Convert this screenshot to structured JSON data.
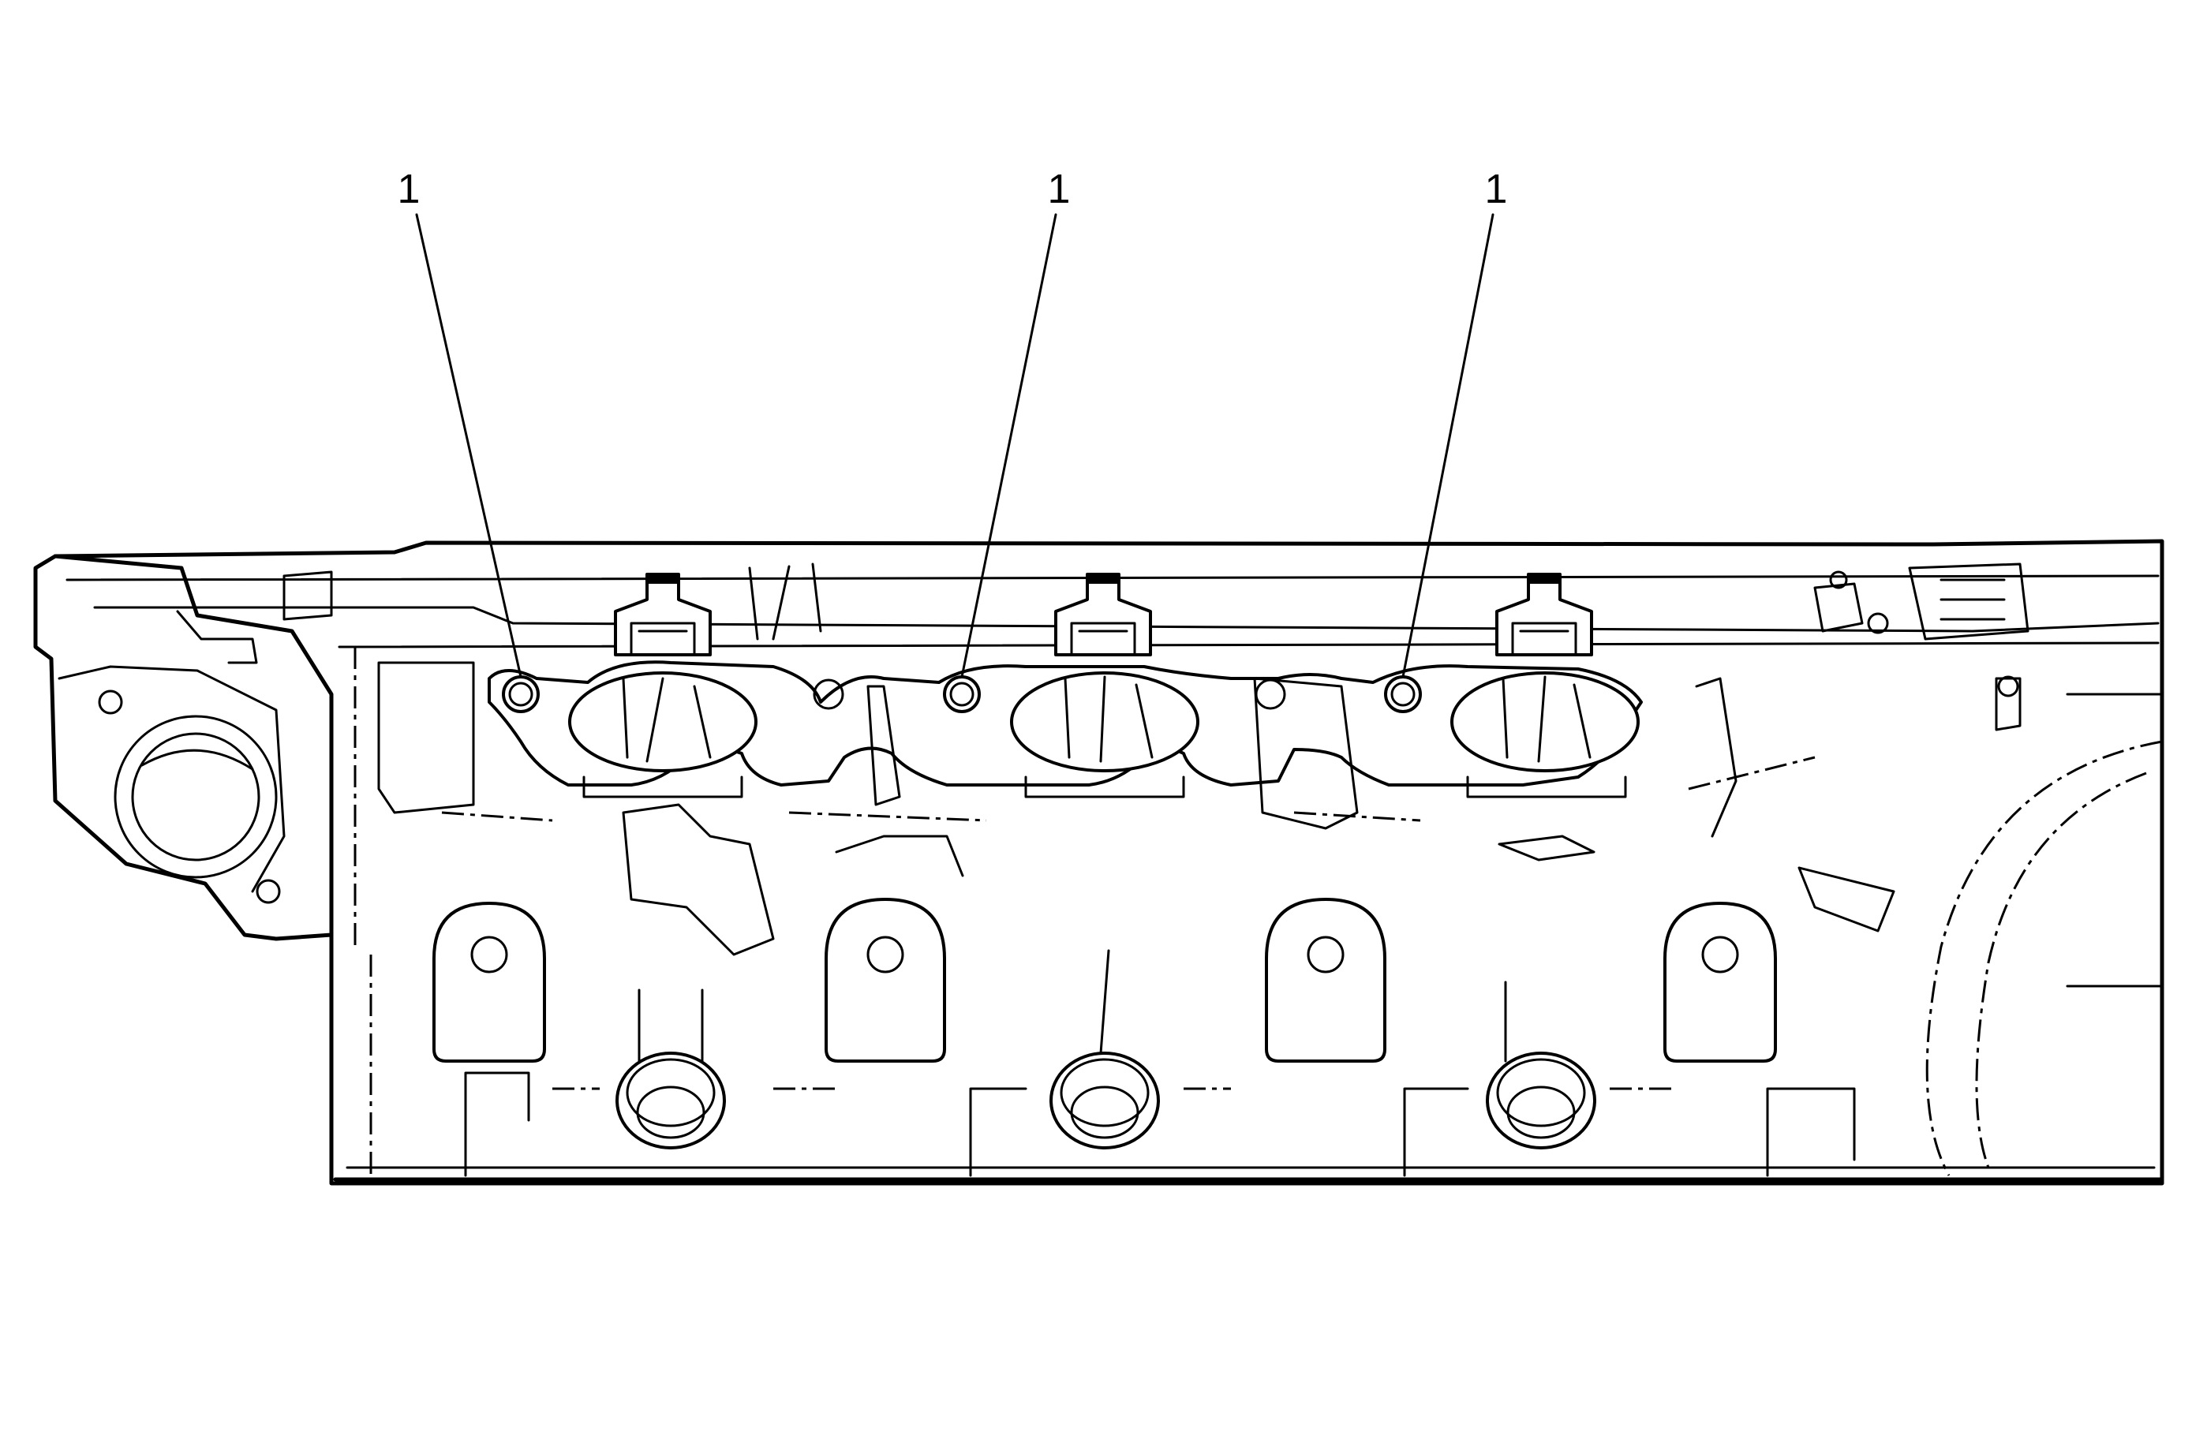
{
  "diagram": {
    "callouts": [
      {
        "label": "1",
        "target": "intake-port-gasket-hole-1"
      },
      {
        "label": "1",
        "target": "intake-port-gasket-hole-2"
      },
      {
        "label": "1",
        "target": "intake-port-gasket-hole-3"
      }
    ]
  }
}
